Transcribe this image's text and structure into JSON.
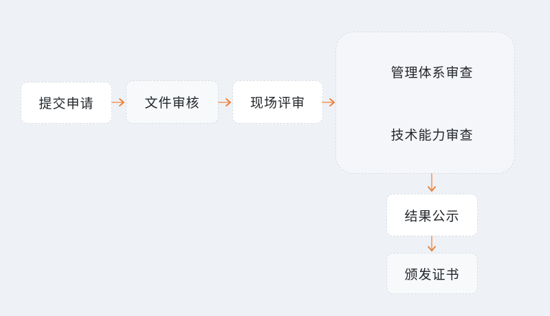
{
  "diagram": {
    "title": "certification-process-flowchart",
    "colors": {
      "background": "#eef1f6",
      "node_fill": "#ffffff",
      "node_border": "#d9dde3",
      "arrow_shaft": "#f4a16c",
      "arrow_head": "#eb7c30",
      "text": "#22262a"
    },
    "nodes": [
      {
        "label": "提交申请"
      },
      {
        "label": "文件审核"
      },
      {
        "label": "现场评审"
      },
      {
        "label": "结果公示"
      },
      {
        "label": "颁发证书"
      }
    ],
    "group": {
      "items": [
        {
          "label": "管理体系审查"
        },
        {
          "label": "技术能力审查"
        }
      ]
    },
    "edges": [
      {
        "from": "提交申请",
        "to": "文件审核"
      },
      {
        "from": "文件审核",
        "to": "现场评审"
      },
      {
        "from": "现场评审",
        "to": "管理体系审查/技术能力审查"
      },
      {
        "from": "管理体系审查/技术能力审查",
        "to": "结果公示"
      },
      {
        "from": "结果公示",
        "to": "颁发证书"
      }
    ]
  }
}
